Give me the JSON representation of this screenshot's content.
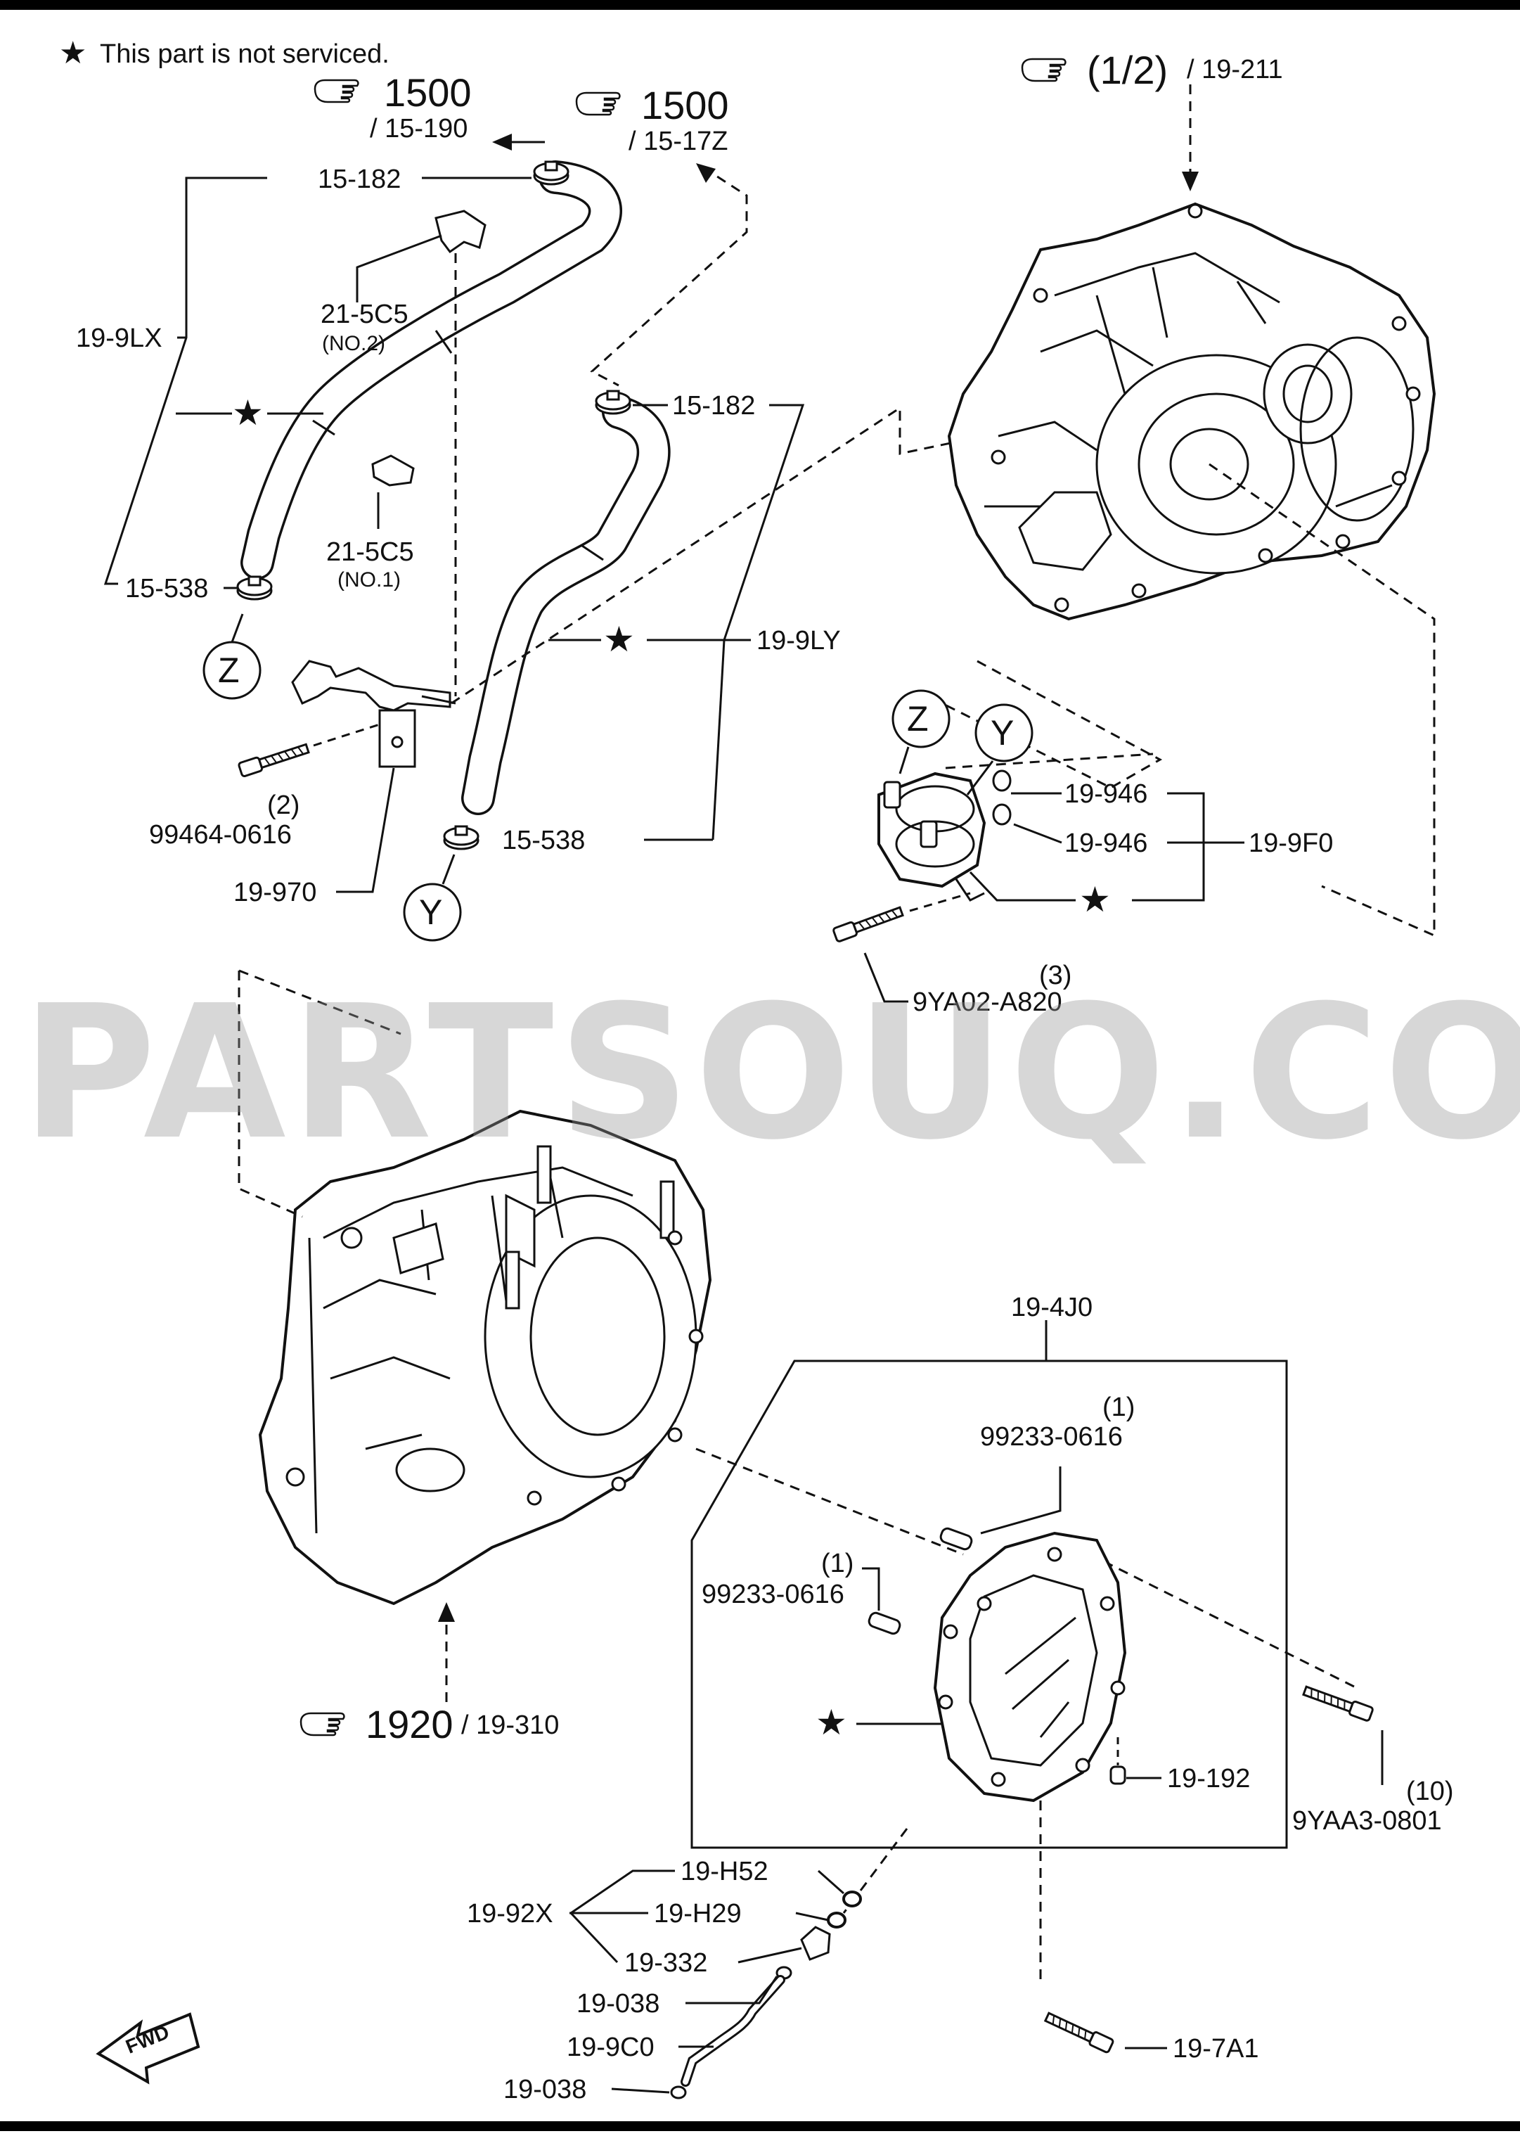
{
  "legend": {
    "symbol": "★",
    "text": "This part is not serviced."
  },
  "watermark": "PARTSOUQ.COM",
  "refs": [
    {
      "main": "1500",
      "sub": "/ 15-190"
    },
    {
      "main": "1500",
      "sub": "/ 15-17Z"
    },
    {
      "main": "(1/2)",
      "sub": "/ 19-211"
    },
    {
      "main": "1920",
      "sub": "/ 19-310"
    }
  ],
  "callouts": {
    "c_15_182_a": "15-182",
    "c_21_5c5_no2": "21-5C5",
    "c_21_5c5_no2_note": "(NO.2)",
    "c_19_9lx": "19-9LX",
    "c_21_5c5_no1": "21-5C5",
    "c_21_5c5_no1_note": "(NO.1)",
    "c_15_538_a": "15-538",
    "c_15_182_b": "15-182",
    "c_19_9ly": "19-9LY",
    "c_99464_qty": "(2)",
    "c_99464": "99464-0616",
    "c_19_970": "19-970",
    "c_15_538_b": "15-538",
    "c_19_946_a": "19-946",
    "c_19_946_b": "19-946",
    "c_19_9f0": "19-9F0",
    "c_9ya02_qty": "(3)",
    "c_9ya02": "9YA02-A820",
    "c_19_4j0": "19-4J0",
    "c_99233_a_qty": "(1)",
    "c_99233_a": "99233-0616",
    "c_99233_b_qty": "(1)",
    "c_99233_b": "99233-0616",
    "c_19_192": "19-192",
    "c_9yaa3_qty": "(10)",
    "c_9yaa3": "9YAA3-0801",
    "c_19_h52": "19-H52",
    "c_19_92x": "19-92X",
    "c_19_h29": "19-H29",
    "c_19_332": "19-332",
    "c_19_038_a": "19-038",
    "c_19_9c0": "19-9C0",
    "c_19_038_b": "19-038",
    "c_19_7a1": "19-7A1"
  },
  "markers": {
    "z": "Z",
    "y": "Y"
  },
  "fwd_label": "FWD",
  "icons": {
    "reference": "pointing-hand-icon",
    "not_serviced": "star-icon"
  }
}
